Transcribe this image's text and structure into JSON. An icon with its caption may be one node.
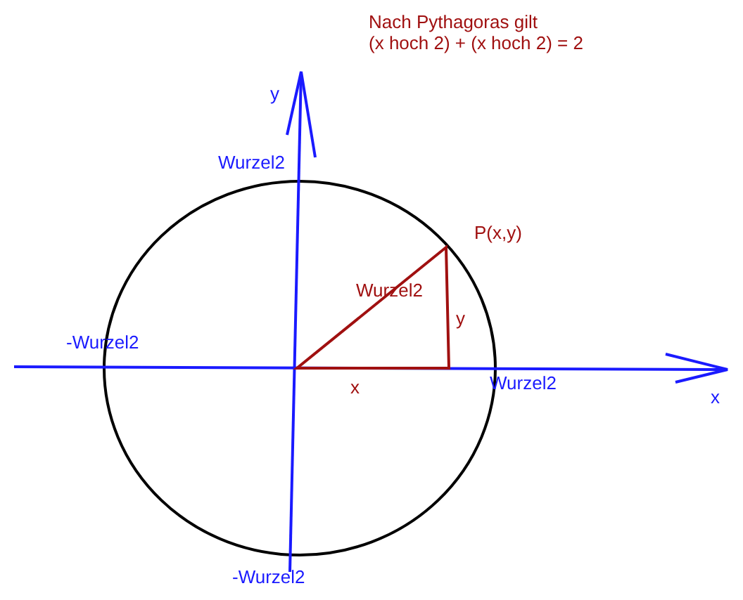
{
  "diagram": {
    "labels": [
      "Nach Pythagoras gilt",
      "(x hoch 2) + (x hoch 2) = 2",
      "y",
      "Wurzel2",
      "P(x,y)",
      "Wurzel2",
      "y",
      "-Wurzel2",
      "Wurzel2",
      "x",
      "x",
      "-Wurzel2"
    ]
  }
}
